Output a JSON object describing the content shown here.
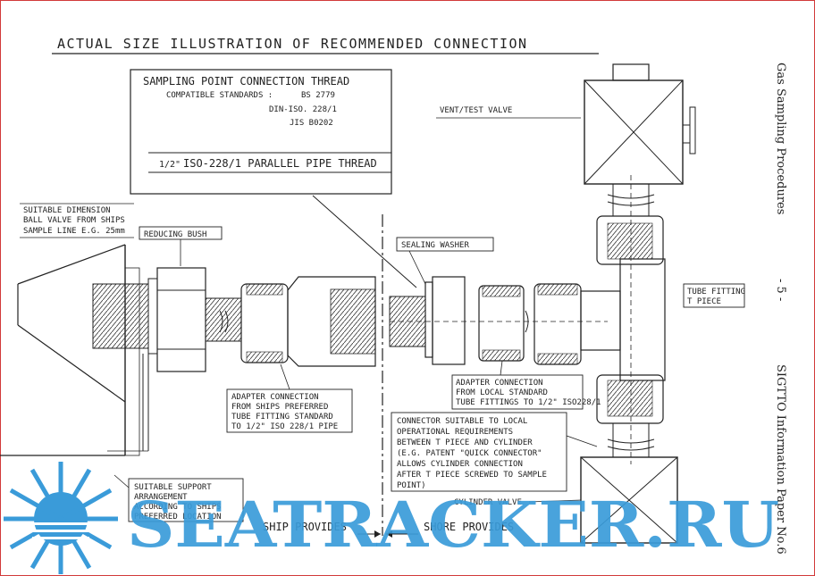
{
  "title": "ACTUAL SIZE ILLUSTRATION OF RECOMMENDED CONNECTION",
  "spec_box": {
    "heading": "SAMPLING POINT CONNECTION THREAD",
    "standards_label": "COMPATIBLE STANDARDS :",
    "standard_1": "BS 2779",
    "standard_2": "DIN-ISO. 228/1",
    "standard_3": "JIS B0202",
    "fraction": "1/2\"",
    "thread": "ISO-228/1 PARALLEL PIPE THREAD"
  },
  "labels": {
    "vent_valve": "VENT/TEST VALVE",
    "ball_valve": [
      "SUITABLE DIMENSION",
      "BALL VALVE FROM SHIPS",
      "SAMPLE LINE E.G. 25mm"
    ],
    "reducing_bush": "REDUCING BUSH",
    "sealing_washer": "SEALING WASHER",
    "tube_fitting": [
      "TUBE FITTING",
      "T PIECE"
    ],
    "adapter_ship": [
      "ADAPTER CONNECTION",
      "FROM SHIPS PREFERRED",
      "TUBE FITTING STANDARD",
      "TO 1/2\" ISO 228/1 PIPE"
    ],
    "adapter_local": [
      "ADAPTER CONNECTION",
      "FROM LOCAL STANDARD",
      "TUBE FITTINGS TO 1/2\" ISO228/1"
    ],
    "connector": [
      "CONNECTOR SUITABLE TO LOCAL",
      "OPERATIONAL REQUIREMENTS",
      "BETWEEN T PIECE AND CYLINDER",
      "(E.G. PATENT \"QUICK CONNECTOR\"",
      "ALLOWS CYLINDER CONNECTION",
      "AFTER T PIECE SCREWED TO SAMPLE",
      "POINT)"
    ],
    "support": [
      "SUITABLE SUPPORT",
      "ARRANGEMENT",
      "ACCORDING TO SHIPS",
      "PREFERRED LOCATION"
    ],
    "cylinder_valve": "CYLINDER VALVE",
    "ship_provides": "SHIP PROVIDES",
    "shore_provides": "SHORE PROVIDES"
  },
  "margin": {
    "top": "Gas Sampling Procedures",
    "page": "- 5 -",
    "bottom": "SIGTTO Information Paper No.6"
  },
  "watermark": "SEATRACKER.RU",
  "colors": {
    "watermark": "#3a9bd9",
    "ink": "#222222",
    "frame": "#d23a3a"
  }
}
